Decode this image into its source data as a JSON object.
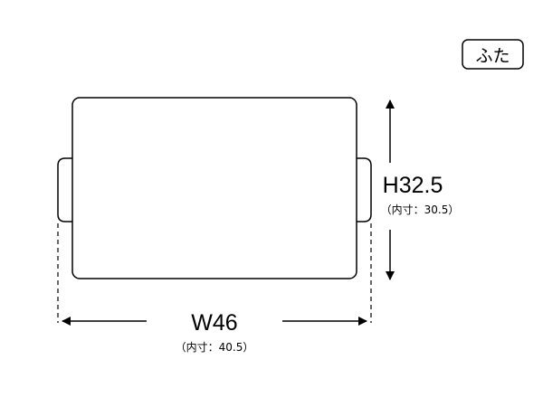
{
  "diagram": {
    "tag_label": "ふた",
    "height_label": "H32.5",
    "height_inner_label": "（内寸：30.5）",
    "width_label": "W46",
    "width_inner_label": "（内寸：40.5）"
  }
}
